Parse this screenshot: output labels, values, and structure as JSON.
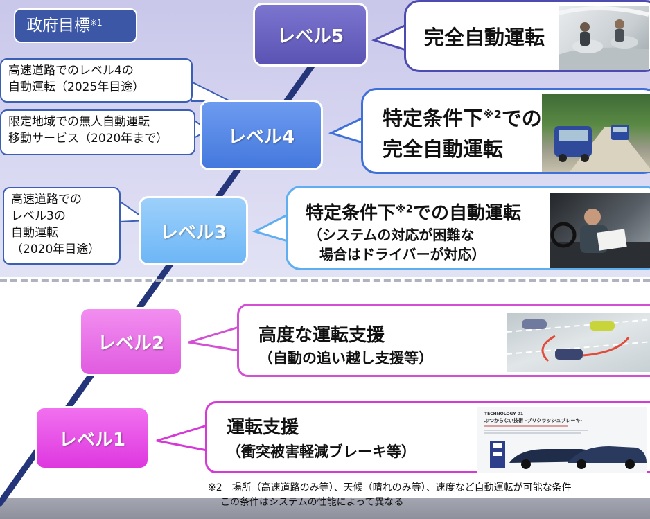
{
  "gov_label": "政府目標",
  "gov_note_mark": "※1",
  "callouts": {
    "highway_l4": [
      "高速道路でのレベル4の",
      "自動運転（2025年目途）"
    ],
    "limited_area": [
      "限定地域での無人自動運転",
      "移動サービス（2020年まで）"
    ],
    "highway_l3": [
      "高速道路での",
      "レベル3の",
      "自動運転",
      "（2020年目途）"
    ]
  },
  "levels": {
    "l5": "レベル5",
    "l4": "レベル4",
    "l3": "レベル3",
    "l2": "レベル2",
    "l1": "レベル1"
  },
  "descriptions": {
    "l5": "完全自動運転",
    "l4_a": "特定条件下",
    "l4_mark": "※2",
    "l4_b": "での",
    "l4_line2": "完全自動運転",
    "l3_a": "特定条件下",
    "l3_mark": "※2",
    "l3_b": "での自動運転",
    "l3_line2": "（システムの対応が困難な",
    "l3_line3": "場合はドライバーが対応）",
    "l2_line1": "高度な運転支援",
    "l2_line2": "（自動の追い越し支援等）",
    "l1_line1": "運転支援",
    "l1_line2": "（衝突被害軽減ブレーキ等）"
  },
  "image_text": {
    "brochure_kicker": "TECHNOLOGY 01",
    "brochure_title": "ぶつからない技術 -プリクラッシュブレーキ-"
  },
  "footnote": {
    "line1": "※2　場所（高速道路のみ等）、天候（晴れのみ等）、速度など自動運転が可能な条件",
    "line2": "この条件はシステムの性能によって異なる"
  },
  "colors": {
    "level5": "#5b53b3",
    "level4": "#4478dd",
    "level3": "#6db6f6",
    "level2": "#e05be0",
    "level1": "#de37df",
    "arrow": "#2b3a78"
  }
}
